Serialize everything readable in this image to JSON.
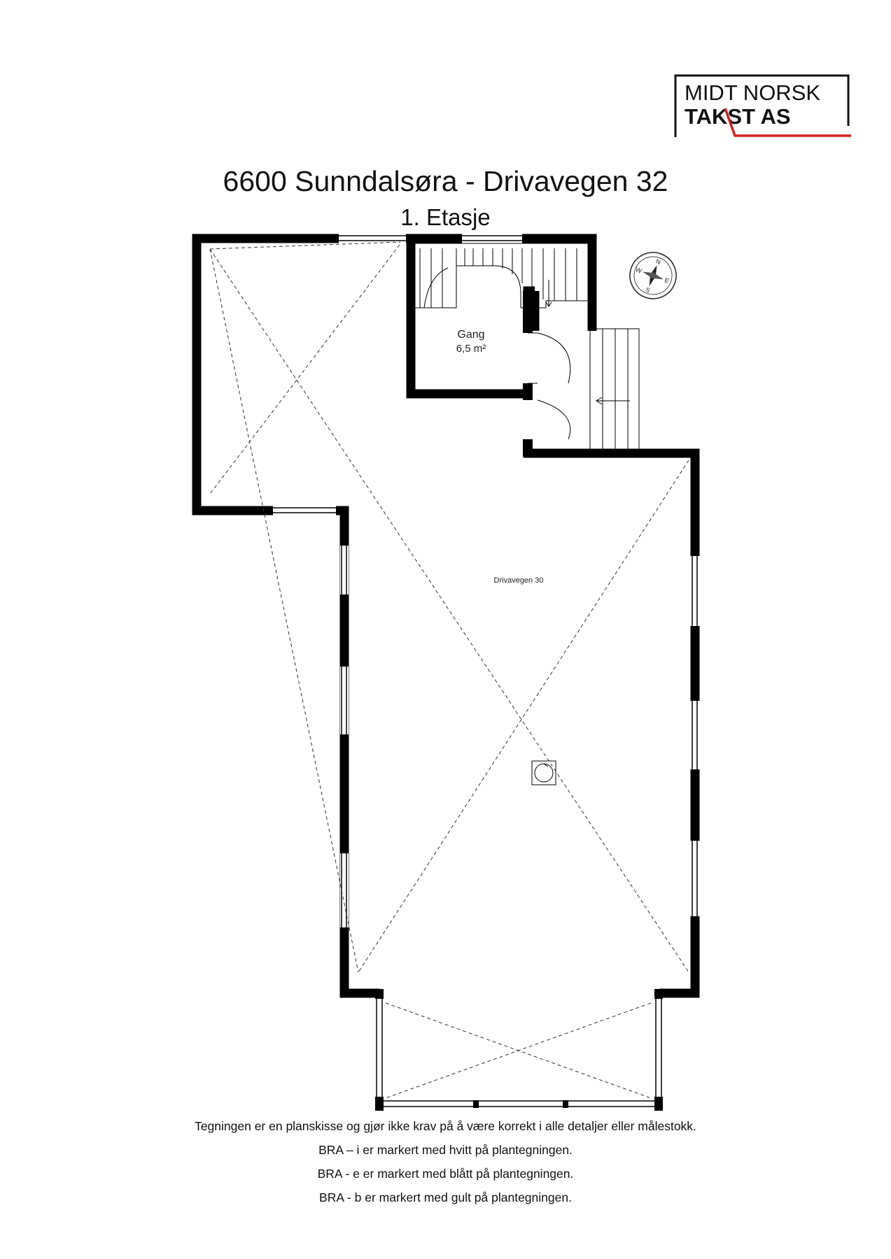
{
  "logo": {
    "line1": "MIDT NORSK",
    "line2": "TAKST AS",
    "accent_color": "#d0221b"
  },
  "title": "6600 Sunndalsøra - Drivavegen 32",
  "floor": "1. Etasje",
  "rooms": {
    "gang": {
      "name": "Gang",
      "area": "6,5 m²"
    },
    "main": {
      "name": "Drivavegen 30"
    }
  },
  "compass": {
    "n": "N",
    "e": "E",
    "s": "S",
    "w": "W"
  },
  "footer": {
    "line1": "Tegningen er en planskisse og gjør ikke krav på å være korrekt i alle detaljer eller målestokk.",
    "line2": "BRA – i er markert med hvitt på plantegningen.",
    "line3": "BRA - e er markert med blått på plantegningen.",
    "line4": "BRA - b er markert med gult på plantegningen."
  }
}
